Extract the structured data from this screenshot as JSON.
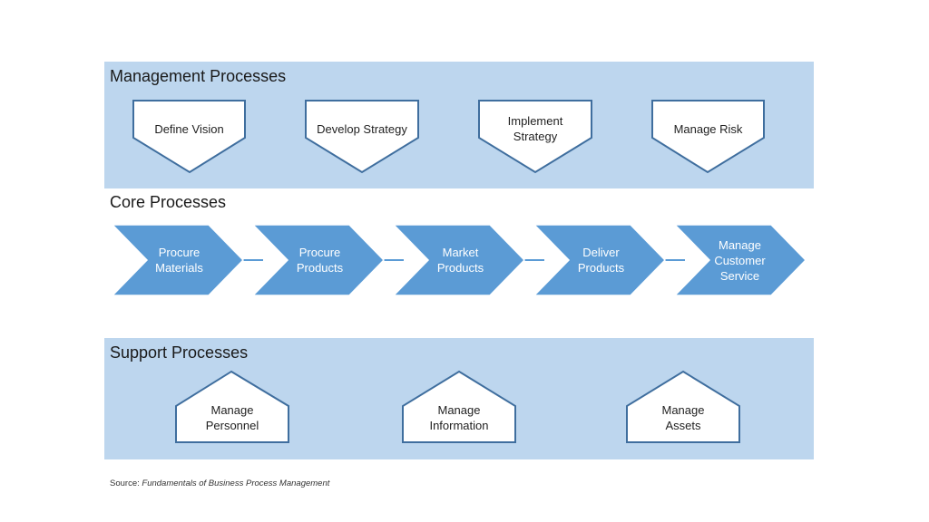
{
  "sections": {
    "management": {
      "title": "Management Processes",
      "items": [
        "Define Vision",
        "Develop Strategy",
        "Implement\nStrategy",
        "Manage Risk"
      ]
    },
    "core": {
      "title": "Core Processes",
      "items": [
        "Procure\nMaterials",
        "Procure\nProducts",
        "Market\nProducts",
        "Deliver\nProducts",
        "Manage\nCustomer\nService"
      ]
    },
    "support": {
      "title": "Support Processes",
      "items": [
        "Manage\nPersonnel",
        "Manage\nInformation",
        "Manage\nAssets"
      ]
    }
  },
  "source": {
    "prefix": "Source: ",
    "work": "Fundamentals of Business Process Management"
  },
  "colors": {
    "band": "#bdd6ee",
    "chevron": "#5b9bd5",
    "outline": "#3f6e9e"
  }
}
